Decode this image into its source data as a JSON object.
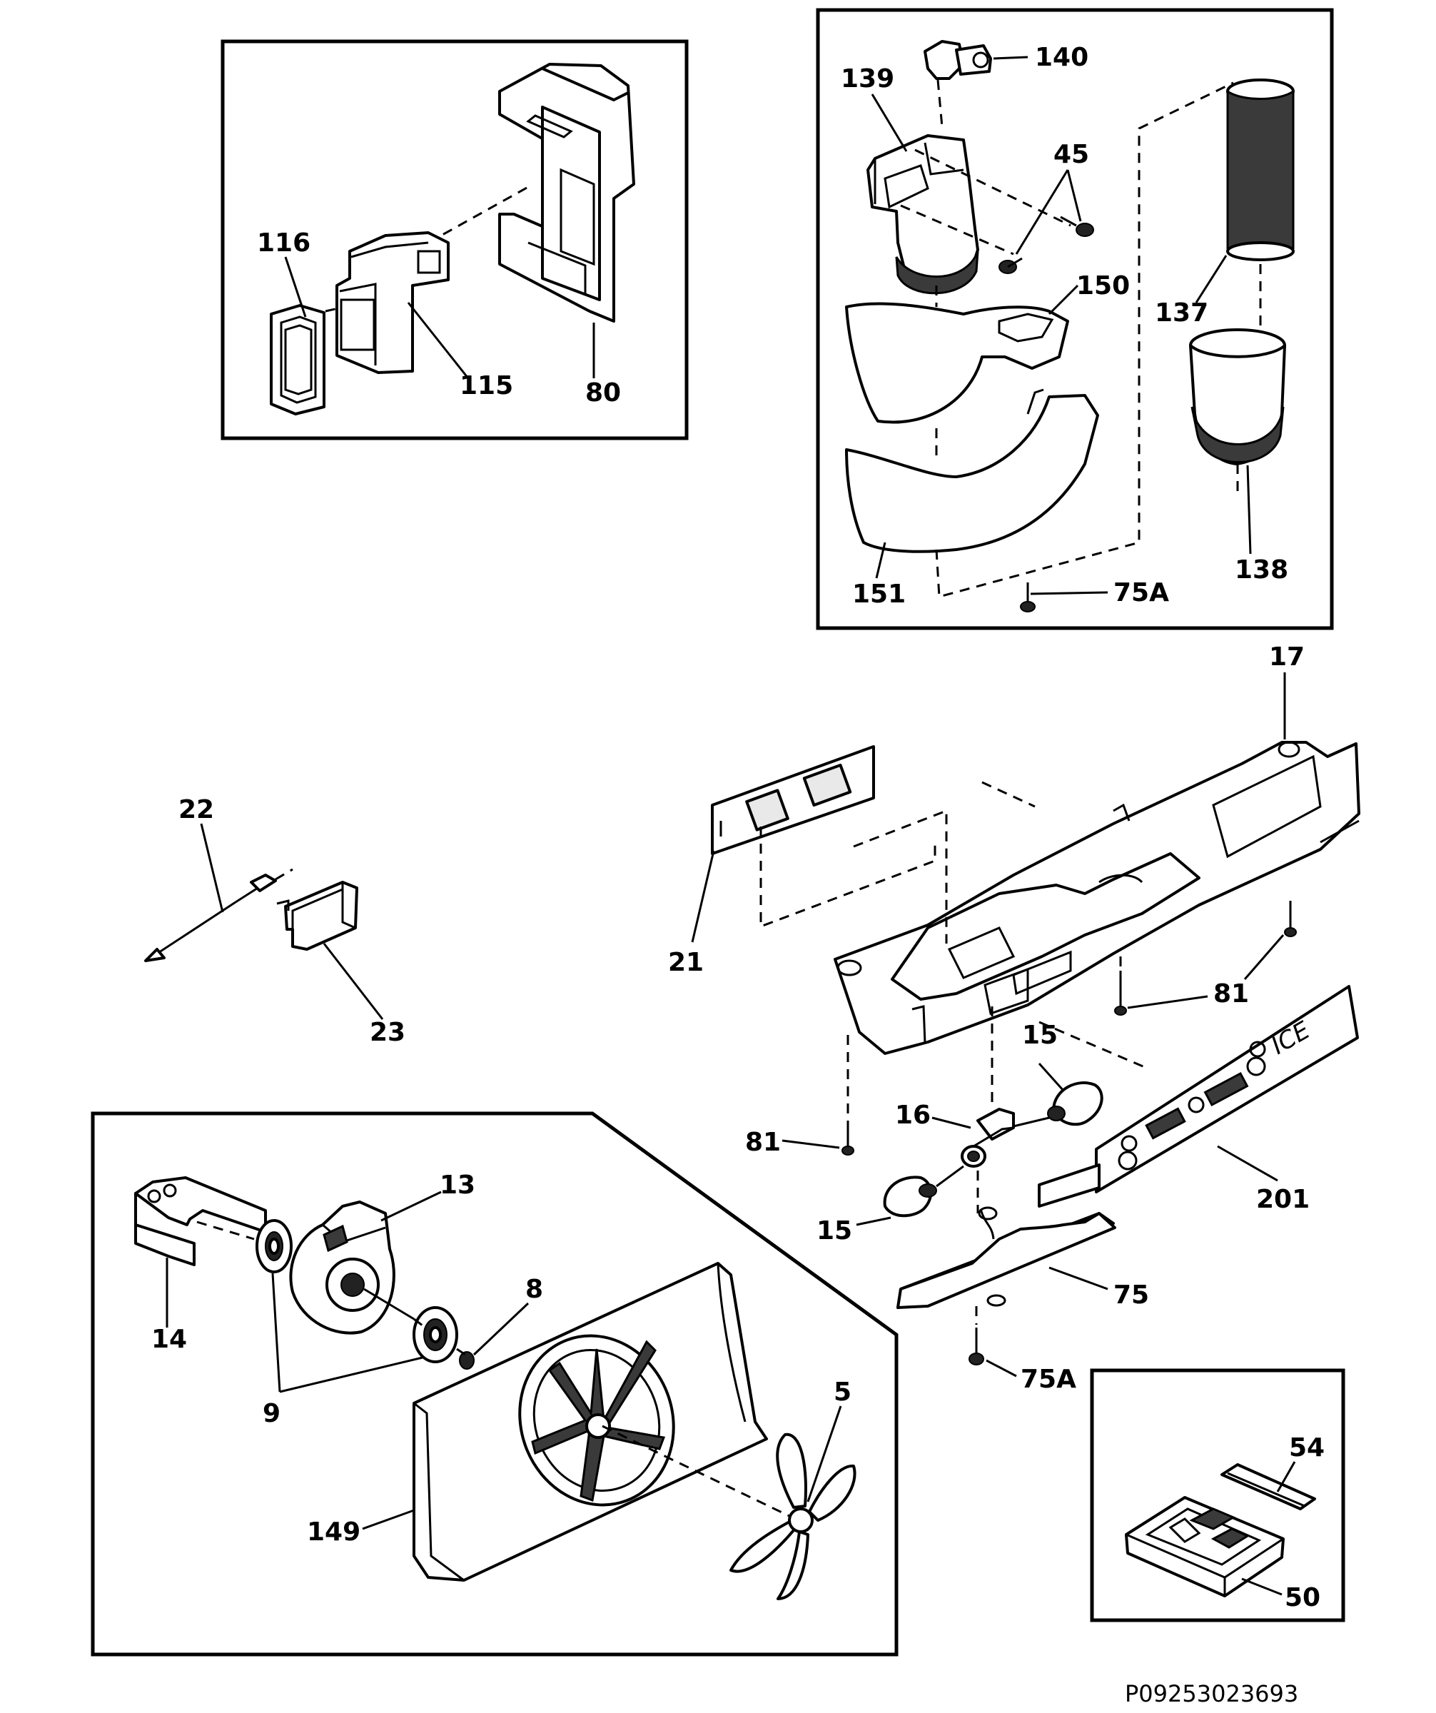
{
  "diagram": {
    "drawing_code": "P09253023693",
    "callouts": {
      "c116": "116",
      "c115": "115",
      "c80": "80",
      "c140": "140",
      "c139a": "139",
      "c45": "45",
      "c150": "150",
      "c137": "137",
      "c138": "138",
      "c151": "151",
      "c75a_top": "75A",
      "c17": "17",
      "c21": "21",
      "c81a": "81",
      "c81b": "81",
      "c15a": "15",
      "c15b": "15",
      "c16": "16",
      "c201": "201",
      "c75": "75",
      "c75a_mid": "75A",
      "c22": "22",
      "c23": "23",
      "c13": "13",
      "c14": "14",
      "c8": "8",
      "c9": "9",
      "c5": "5",
      "c149": "149",
      "c54": "54",
      "c50": "50"
    },
    "insert_text": "ICE"
  }
}
